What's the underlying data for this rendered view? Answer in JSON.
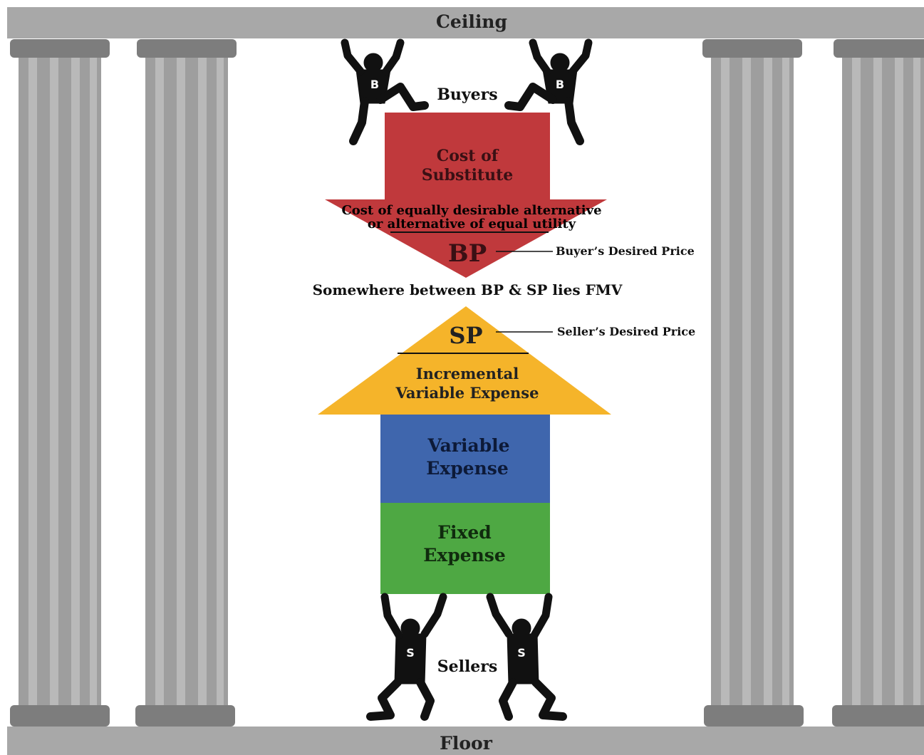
{
  "ceiling_label": "Ceiling",
  "floor_label": "Floor",
  "buyers": {
    "label": "Buyers",
    "figure_badge": "B"
  },
  "sellers": {
    "label": "Sellers",
    "figure_badge": "S"
  },
  "down_arrow": {
    "title_line1": "Cost of",
    "title_line2": "Substitute",
    "note_line1": "Cost of equally desirable alternative",
    "note_line2": "or alternative of equal utility",
    "price_label": "BP",
    "price_annotation": "Buyer’s Desired Price",
    "color": "#c0393c"
  },
  "middle_statement": "Somewhere between BP & SP lies FMV",
  "up_arrow": {
    "price_label": "SP",
    "price_annotation": "Seller’s Desired Price",
    "head_line1": "Incremental",
    "head_line2": "Variable Expense",
    "head_color": "#f5b42a",
    "variable_line1": "Variable",
    "variable_line2": "Expense",
    "variable_color": "#3f66ad",
    "fixed_line1": "Fixed",
    "fixed_line2": "Expense",
    "fixed_color": "#4ea843"
  },
  "colors": {
    "bar": "#a8a8a8",
    "column": "#9e9e9e",
    "figure": "#111111"
  }
}
